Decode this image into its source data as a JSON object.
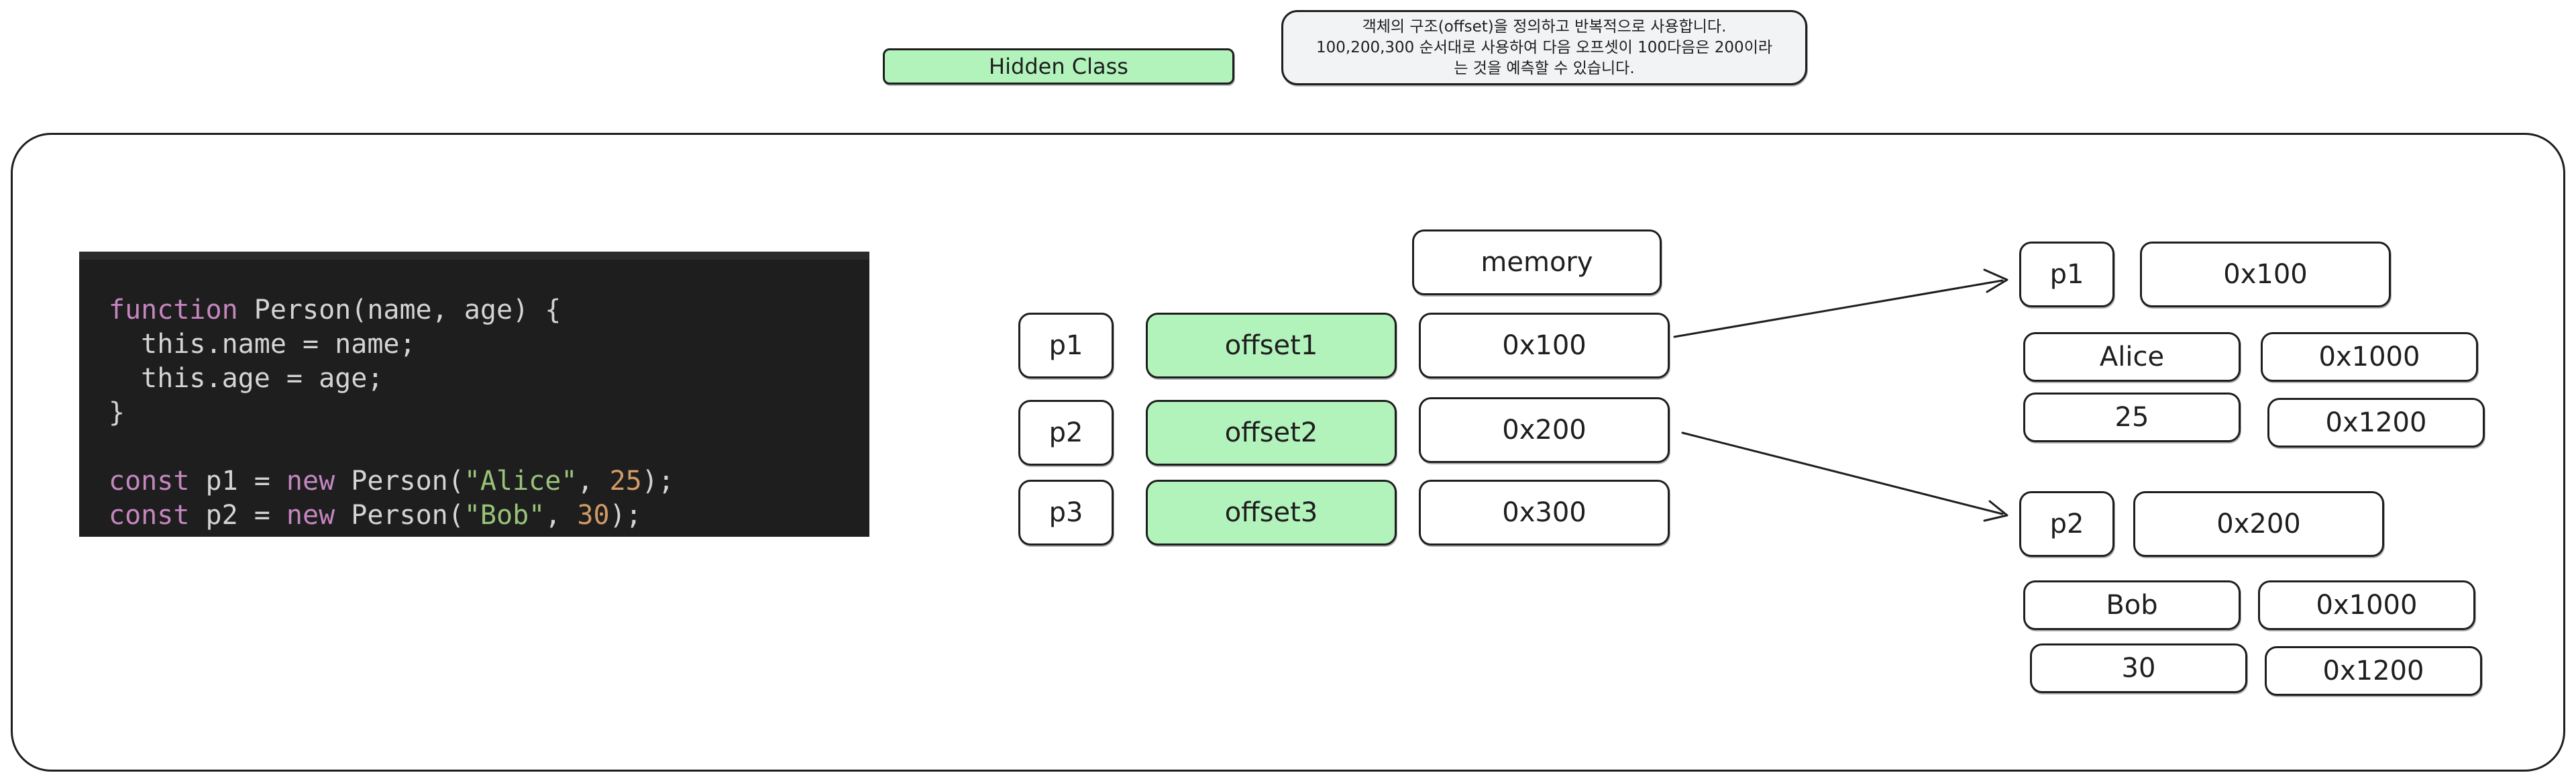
{
  "header": {
    "title": "Hidden Class",
    "note_lines": [
      "객체의 구조(offset)을 정의하고 반복적으로 사용합니다.",
      "100,200,300 순서대로 사용하여 다음 오프셋이 100다음은 200이라",
      "는 것을 예측할 수 있습니다."
    ]
  },
  "code": {
    "lines": [
      [
        {
          "t": "function",
          "c": "kw"
        },
        {
          "t": " Person(name, age) {",
          "c": ""
        }
      ],
      [
        {
          "t": "  this.name = name;",
          "c": ""
        }
      ],
      [
        {
          "t": "  this.age = age;",
          "c": ""
        }
      ],
      [
        {
          "t": "}",
          "c": ""
        }
      ],
      [
        {
          "t": "",
          "c": ""
        }
      ],
      [
        {
          "t": "const",
          "c": "kw"
        },
        {
          "t": " p1 = ",
          "c": ""
        },
        {
          "t": "new",
          "c": "kw"
        },
        {
          "t": " Person(",
          "c": ""
        },
        {
          "t": "\"Alice\"",
          "c": "str"
        },
        {
          "t": ", ",
          "c": ""
        },
        {
          "t": "25",
          "c": "num"
        },
        {
          "t": ");",
          "c": ""
        }
      ],
      [
        {
          "t": "const",
          "c": "kw"
        },
        {
          "t": " p2 = ",
          "c": ""
        },
        {
          "t": "new",
          "c": "kw"
        },
        {
          "t": " Person(",
          "c": ""
        },
        {
          "t": "\"Bob\"",
          "c": "str"
        },
        {
          "t": ", ",
          "c": ""
        },
        {
          "t": "30",
          "c": "num"
        },
        {
          "t": ");",
          "c": ""
        }
      ]
    ]
  },
  "memory_table": {
    "header": "memory",
    "rows": [
      {
        "var": "p1",
        "offset": "offset1",
        "address": "0x100"
      },
      {
        "var": "p2",
        "offset": "offset2",
        "address": "0x200"
      },
      {
        "var": "p3",
        "offset": "offset3",
        "address": "0x300"
      }
    ]
  },
  "objects": [
    {
      "var": "p1",
      "address": "0x100",
      "fields": [
        {
          "value": "Alice",
          "address": "0x1000"
        },
        {
          "value": "25",
          "address": "0x1200"
        }
      ]
    },
    {
      "var": "p2",
      "address": "0x200",
      "fields": [
        {
          "value": "Bob",
          "address": "0x1000"
        },
        {
          "value": "30",
          "address": "0x1200"
        }
      ]
    }
  ],
  "colors": {
    "offset_fill": "#b2f2bb",
    "stroke": "#1e1e1e",
    "note_fill": "#f1f3f5",
    "code_background": "#1e1e1e",
    "code_keyword": "#c586c0",
    "code_string": "#98c379",
    "code_number": "#d19a66"
  }
}
